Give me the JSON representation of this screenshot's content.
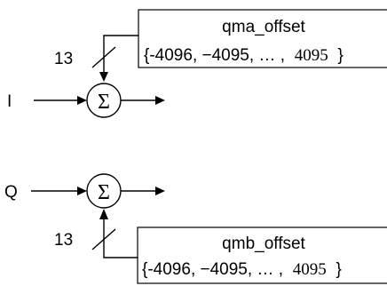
{
  "diagram": {
    "top": {
      "box_title": "qma_offset",
      "range_sans": "{-4096, −4095, … ,",
      "range_serif": "4095",
      "range_close": "}",
      "bus_width": "13",
      "input_label": "I",
      "sum_symbol": "Σ"
    },
    "bottom": {
      "box_title": "qmb_offset",
      "range_sans": "{-4096, −4095, … ,",
      "range_serif": "4095",
      "range_close": "}",
      "bus_width": "13",
      "input_label": "Q",
      "sum_symbol": "Σ"
    }
  }
}
